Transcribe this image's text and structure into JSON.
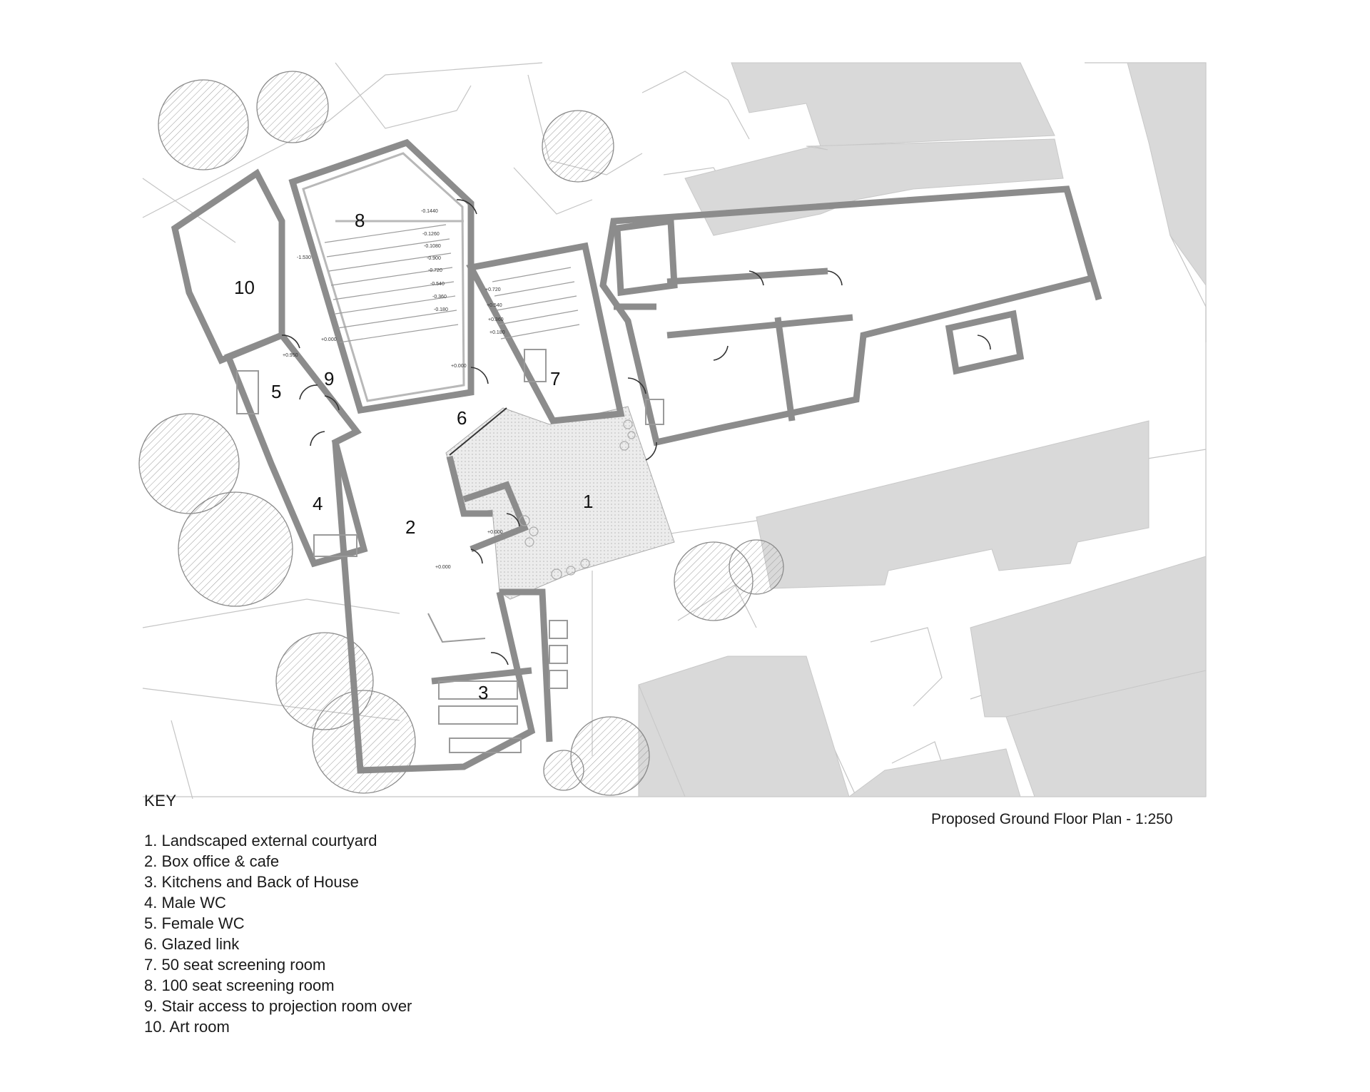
{
  "drawing": {
    "title": "Proposed Ground Floor Plan - 1:250",
    "room_numbers": [
      "1",
      "2",
      "3",
      "4",
      "5",
      "6",
      "7",
      "8",
      "9",
      "10"
    ],
    "levels": [
      "-0.1440",
      "-0.1260",
      "-0.1080",
      "-0.900",
      "-0.720",
      "-0.540",
      "-0.360",
      "-0.180",
      "+0.720",
      "+0.540",
      "+0.360",
      "+0.180",
      "-1.530",
      "+0.000",
      "+0.950",
      "+0.000",
      "+0.000",
      "+0.000"
    ],
    "colors": {
      "wall": "#8c8c8c",
      "neighbour_building": "#d9d9d9",
      "tree": "#9a9a9a",
      "courtyard": "#e4e4e4",
      "line": "#b5b5b5"
    }
  },
  "key": {
    "heading": "KEY",
    "items": [
      "1. Landscaped external courtyard",
      "2. Box office & cafe",
      "3. Kitchens and Back of House",
      "4. Male WC",
      "5. Female WC",
      "6. Glazed link",
      "7. 50 seat screening room",
      "8. 100 seat screening room",
      "9. Stair access to projection room over",
      "10. Art room"
    ]
  }
}
